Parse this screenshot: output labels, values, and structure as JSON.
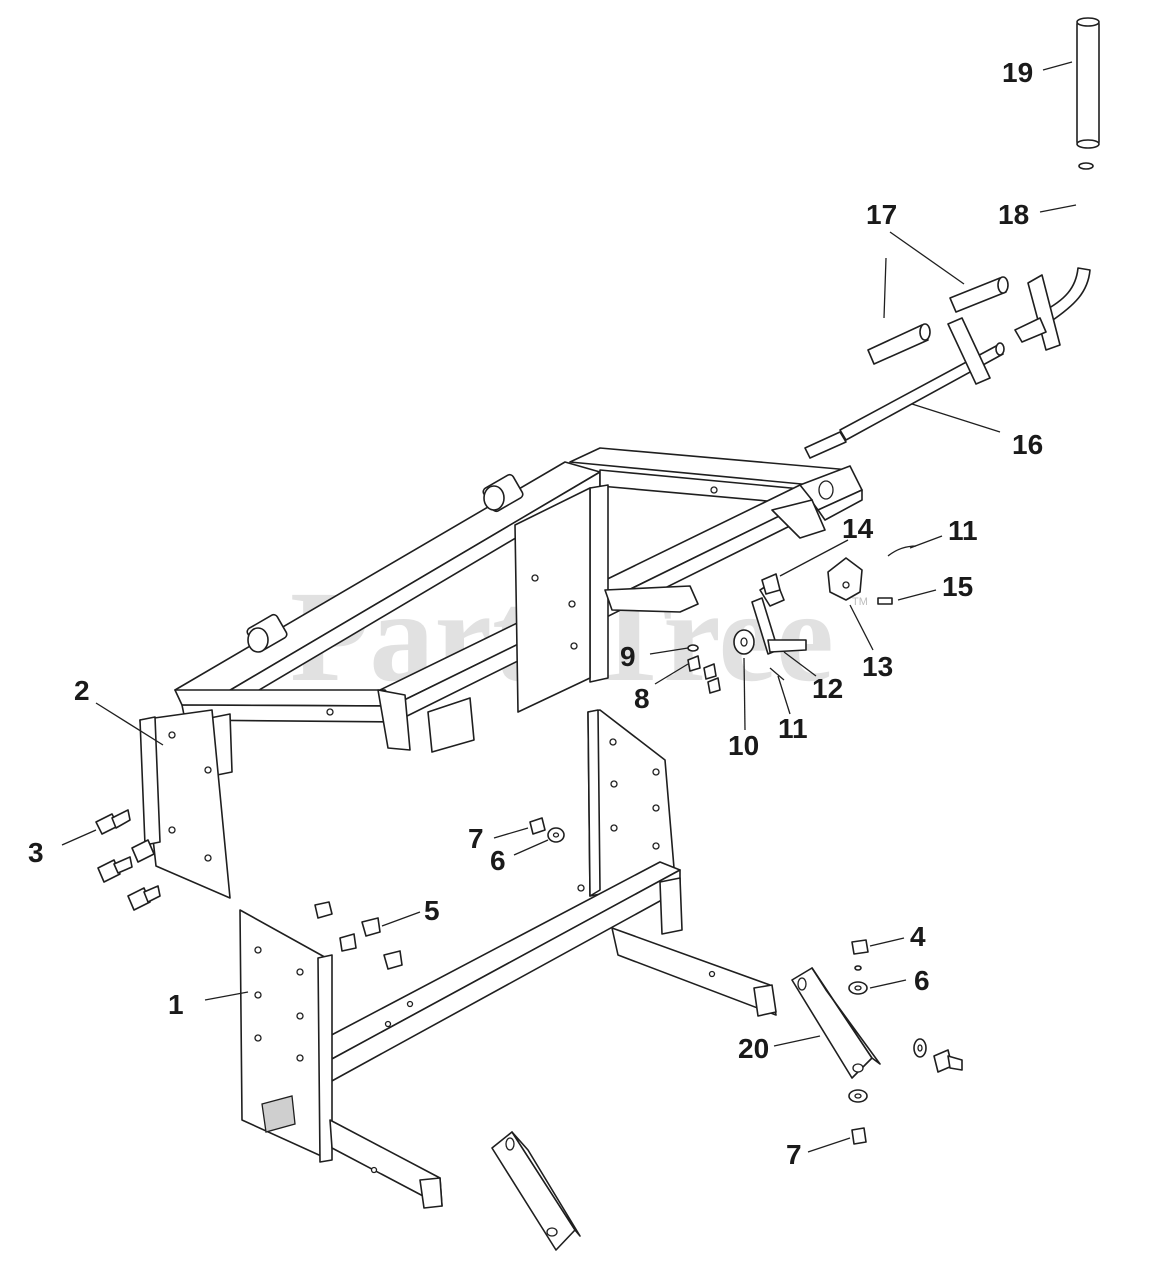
{
  "watermark": {
    "text": "PartsTree",
    "trademark": "TM"
  },
  "callouts": [
    {
      "id": "c1",
      "label": "1"
    },
    {
      "id": "c2",
      "label": "2"
    },
    {
      "id": "c3",
      "label": "3"
    },
    {
      "id": "c4",
      "label": "4"
    },
    {
      "id": "c5",
      "label": "5"
    },
    {
      "id": "c6a",
      "label": "6"
    },
    {
      "id": "c6b",
      "label": "6"
    },
    {
      "id": "c7a",
      "label": "7"
    },
    {
      "id": "c7b",
      "label": "7"
    },
    {
      "id": "c8",
      "label": "8"
    },
    {
      "id": "c9",
      "label": "9"
    },
    {
      "id": "c10",
      "label": "10"
    },
    {
      "id": "c11a",
      "label": "11"
    },
    {
      "id": "c11b",
      "label": "11"
    },
    {
      "id": "c12",
      "label": "12"
    },
    {
      "id": "c13",
      "label": "13"
    },
    {
      "id": "c14",
      "label": "14"
    },
    {
      "id": "c15",
      "label": "15"
    },
    {
      "id": "c16",
      "label": "16"
    },
    {
      "id": "c17",
      "label": "17"
    },
    {
      "id": "c18",
      "label": "18"
    },
    {
      "id": "c19",
      "label": "19"
    },
    {
      "id": "c20",
      "label": "20"
    }
  ]
}
